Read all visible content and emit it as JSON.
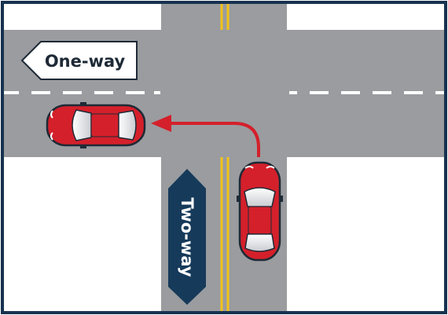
{
  "signs": {
    "one_way": "One-way",
    "two_way": "Two-way"
  },
  "colors": {
    "frame": "#16324f",
    "road": "#9a9c9f",
    "lane_dash": "#ffffff",
    "center_line": "#f2c318",
    "car_body": "#d4202b",
    "arrow": "#d4202b",
    "two_way_sign": "#163a5a",
    "one_way_sign_bg": "#ffffff"
  },
  "vehicles": [
    {
      "name": "car-turning",
      "direction": "north"
    },
    {
      "name": "car-after-turn",
      "direction": "west"
    }
  ],
  "arrow": {
    "path": "turn-left-from-northbound-to-westbound"
  }
}
